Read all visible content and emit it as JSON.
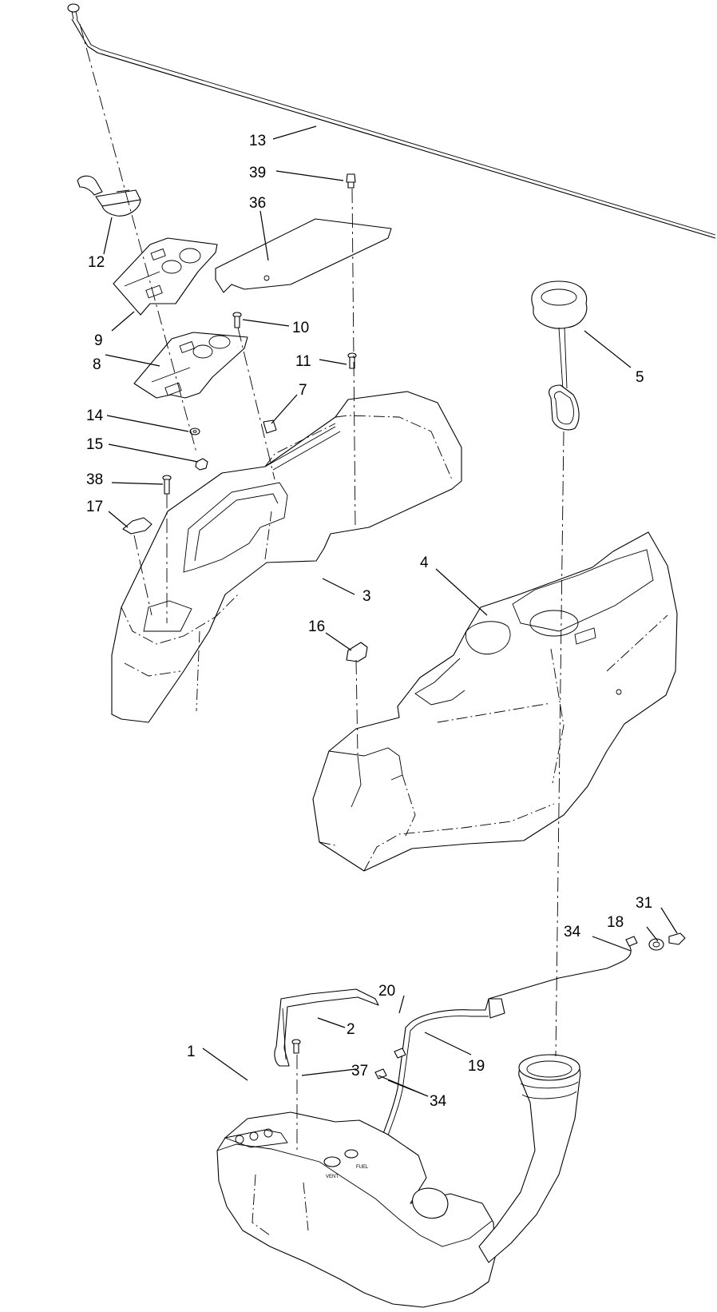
{
  "callouts": [
    {
      "id": "c1",
      "text": "1"
    },
    {
      "id": "c2",
      "text": "2"
    },
    {
      "id": "c3",
      "text": "3"
    },
    {
      "id": "c4",
      "text": "4"
    },
    {
      "id": "c5",
      "text": "5"
    },
    {
      "id": "c7",
      "text": "7"
    },
    {
      "id": "c8",
      "text": "8"
    },
    {
      "id": "c9",
      "text": "9"
    },
    {
      "id": "c10",
      "text": "10"
    },
    {
      "id": "c11",
      "text": "11"
    },
    {
      "id": "c12",
      "text": "12"
    },
    {
      "id": "c13",
      "text": "13"
    },
    {
      "id": "c14",
      "text": "14"
    },
    {
      "id": "c15",
      "text": "15"
    },
    {
      "id": "c16",
      "text": "16"
    },
    {
      "id": "c17",
      "text": "17"
    },
    {
      "id": "c18",
      "text": "18"
    },
    {
      "id": "c19",
      "text": "19"
    },
    {
      "id": "c20",
      "text": "20"
    },
    {
      "id": "c31",
      "text": "31"
    },
    {
      "id": "c34a",
      "text": "34"
    },
    {
      "id": "c34b",
      "text": "34"
    },
    {
      "id": "c36",
      "text": "36"
    },
    {
      "id": "c37",
      "text": "37"
    },
    {
      "id": "c38",
      "text": "38"
    },
    {
      "id": "c39",
      "text": "39"
    }
  ],
  "decals": {
    "fuel_cap_label": "FUEL",
    "vent_label": "VENT"
  }
}
